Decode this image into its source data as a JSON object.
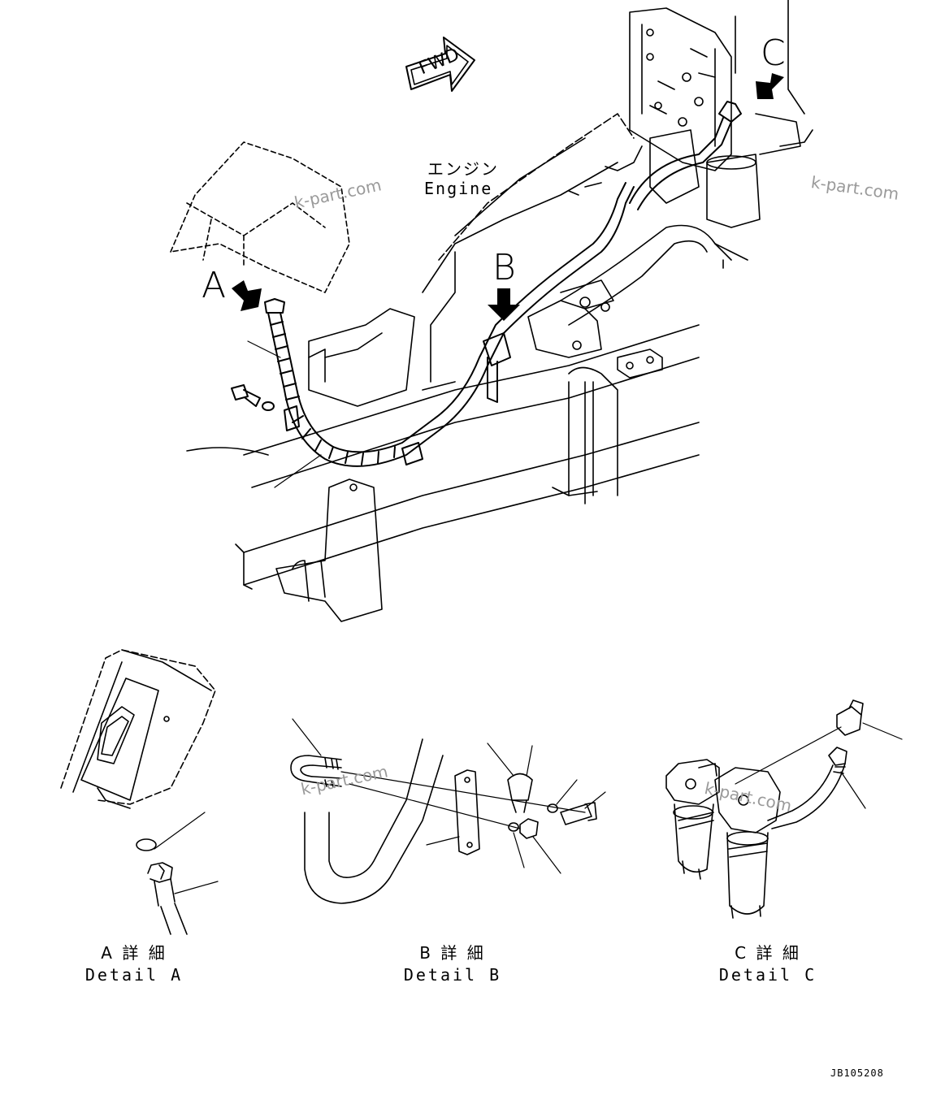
{
  "labels": {
    "fwd": "FWD",
    "engine_ja": "エンジン",
    "engine_en": "Engine",
    "callout_a": "A",
    "callout_b": "B",
    "callout_c": "C"
  },
  "details": [
    {
      "ja": "A 詳 細",
      "en": "Detail A"
    },
    {
      "ja": "B 詳 細",
      "en": "Detail B"
    },
    {
      "ja": "C 詳 細",
      "en": "Detail C"
    }
  ],
  "watermark": "k-part.com",
  "drawing_code": "JB105208",
  "colors": {
    "line": "#000000",
    "watermark": "#9a9a9a",
    "background": "#ffffff"
  }
}
